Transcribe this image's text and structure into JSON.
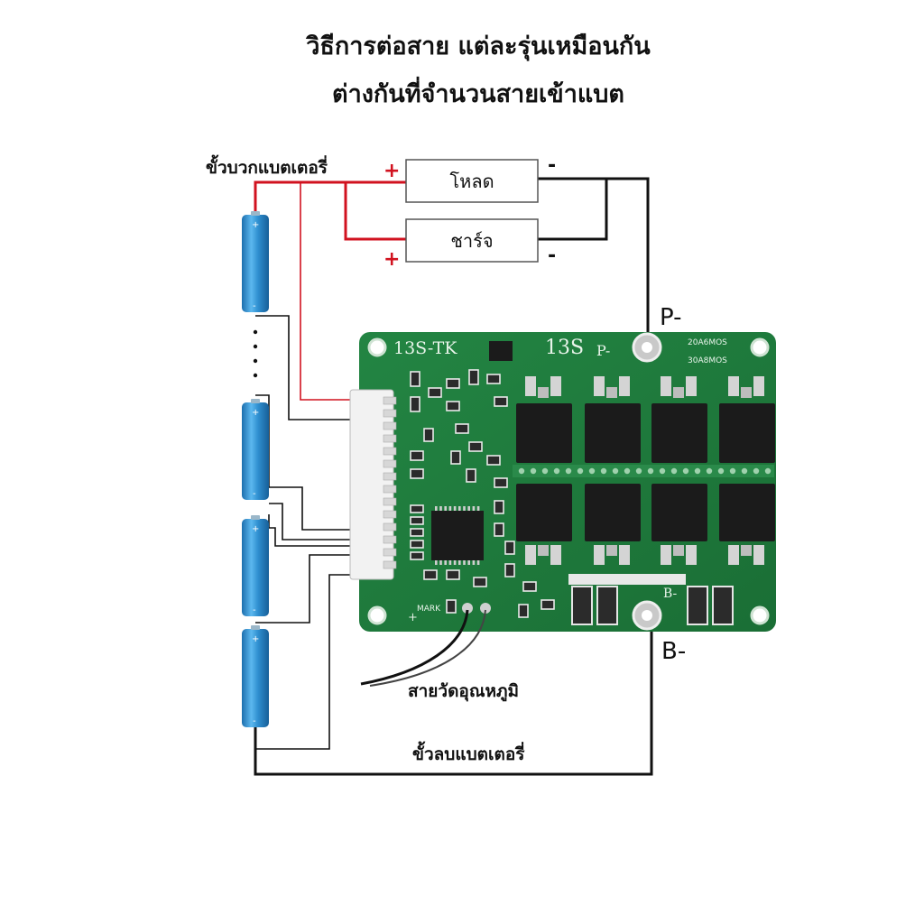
{
  "title": {
    "line1": "วิธีการต่อสาย แต่ละรุ่นเหมือนกัน",
    "line2": "ต่างกันที่จำนวนสายเข้าแบต"
  },
  "labels": {
    "battery_positive": "ขั้วบวกแบตเตอรี่",
    "load": "โหลด",
    "charge": "ชาร์จ",
    "p_minus": "P-",
    "b_minus": "B-",
    "temp_sensor": "สายวัดอุณหภูมิ",
    "battery_negative": "ขั้วลบแบตเตอรี่"
  },
  "signs": {
    "plus": "+",
    "minus": "-"
  },
  "board": {
    "model_tag": "13S-TK",
    "series": "13S",
    "p_pad": "P-",
    "b_pad": "B-",
    "rating_1": "20A6MOS",
    "rating_2": "30A8MOS",
    "mark": "MARK"
  },
  "colors": {
    "board_green": "#1f7a3c",
    "positive_wire": "#d1121f",
    "negative_wire": "#111111",
    "battery_blue": "#2f8fd0",
    "mosfet_black": "#1b1b1b"
  },
  "icons": {
    "battery": "cylindrical-cell-icon",
    "mosfet": "mosfet-chip-icon",
    "connector": "balance-connector-icon"
  }
}
